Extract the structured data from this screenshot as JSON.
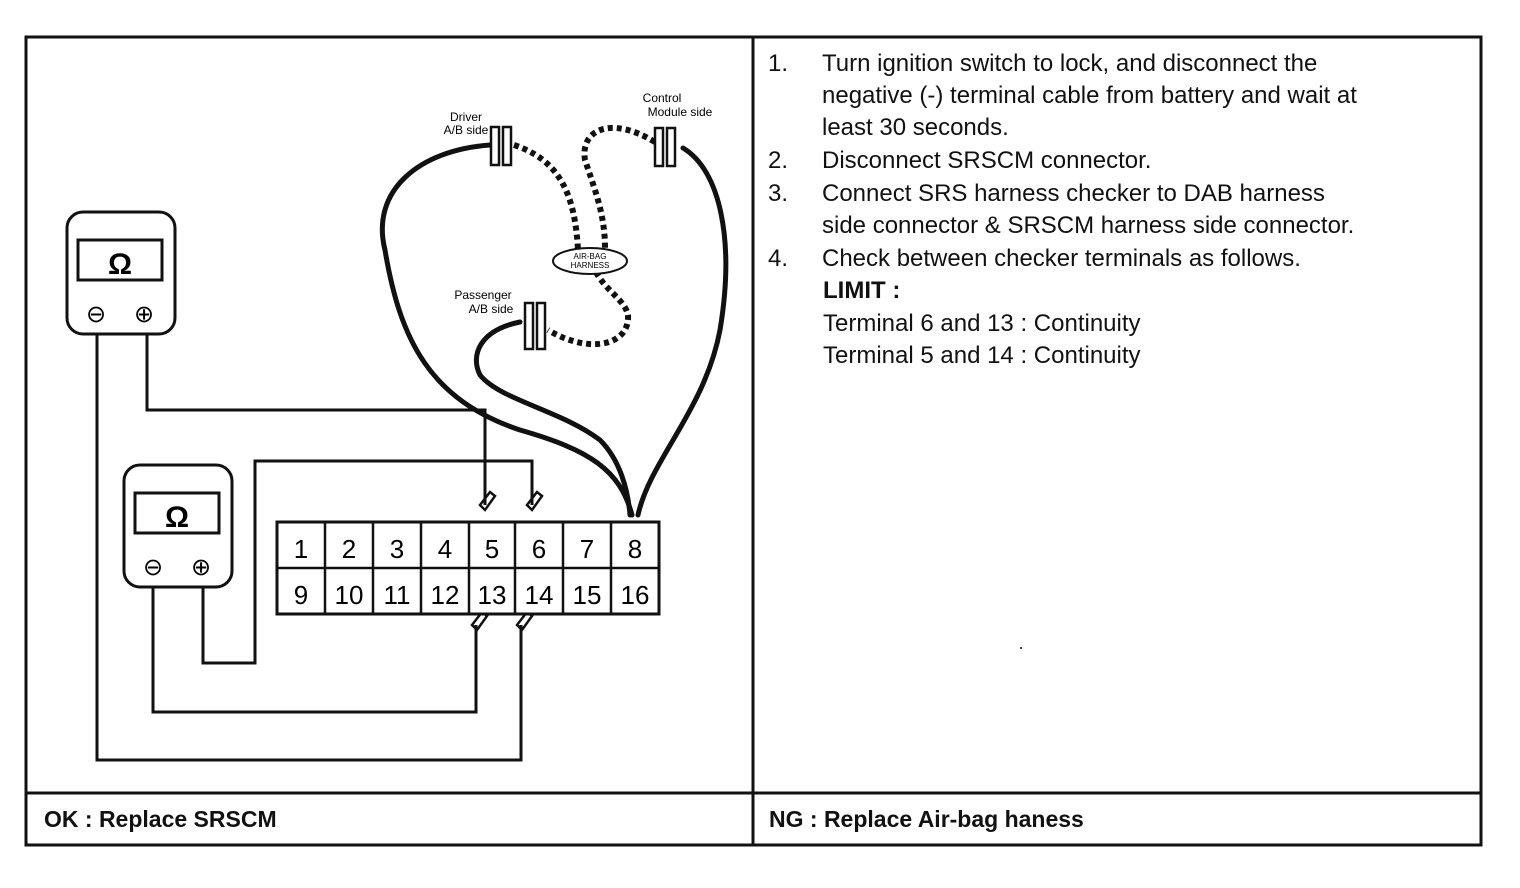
{
  "steps": [
    {
      "num": "1.",
      "lines": [
        "Turn ignition switch to lock, and disconnect the",
        "negative (-) terminal cable from battery and wait at",
        "least 30 seconds."
      ]
    },
    {
      "num": "2.",
      "lines": [
        "Disconnect SRSCM connector."
      ]
    },
    {
      "num": "3.",
      "lines": [
        "Connect SRS harness checker to DAB harness",
        "side connector & SRSCM harness side connector."
      ]
    },
    {
      "num": "4.",
      "lines": [
        "Check between checker terminals as follows."
      ]
    }
  ],
  "limit": {
    "title": "LIMIT :",
    "items": [
      "Terminal 6 and 13 : Continuity",
      "Terminal 5 and 14 : Continuity"
    ]
  },
  "footer": {
    "ok": "OK : Replace SRSCM",
    "ng": "NG : Replace Air-bag haness"
  },
  "diagram": {
    "meter_symbol": "Ω",
    "meter_neg": "⊖",
    "meter_pos": "⊕",
    "labels": {
      "driver_1": "Driver",
      "driver_2": "A/B side",
      "control_1": "Control",
      "control_2": "Module side",
      "passenger_1": "Passenger",
      "passenger_2": "A/B side",
      "airbag_1": "AIR-BAG",
      "airbag_2": "HARNESS"
    },
    "terminals_top": [
      "1",
      "2",
      "3",
      "4",
      "5",
      "6",
      "7",
      "8"
    ],
    "terminals_bottom": [
      "9",
      "10",
      "11",
      "12",
      "13",
      "14",
      "15",
      "16"
    ]
  }
}
